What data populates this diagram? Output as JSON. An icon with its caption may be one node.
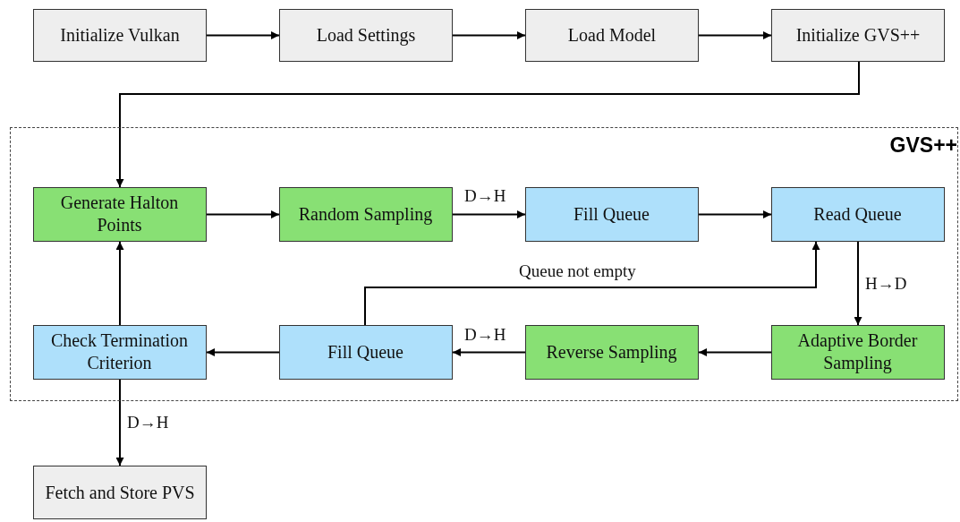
{
  "diagram": {
    "nodes": [
      {
        "text": [
          "Initialize Vulkan"
        ]
      },
      {
        "text": [
          "Load Settings"
        ]
      },
      {
        "text": [
          "Load Model"
        ]
      },
      {
        "text": [
          "Initialize GVS++"
        ]
      },
      {
        "text": [
          "GVS++"
        ]
      },
      {
        "text": [
          "Generate Halton Points"
        ],
        "in": 4
      },
      {
        "text": [
          "Random Sampling"
        ],
        "in": 4
      },
      {
        "text": [
          "Fill Queue"
        ],
        "in": 4
      },
      {
        "text": [
          "Read Queue"
        ],
        "in": 4
      },
      {
        "text": [
          "Check Termination Criterion"
        ],
        "in": 4
      },
      {
        "text": [
          "Fill Queue"
        ],
        "in": 4
      },
      {
        "text": [
          "Reverse Sampling"
        ],
        "in": 4
      },
      {
        "text": [
          "Adaptive Border Sampling"
        ],
        "in": 4
      },
      {
        "text": [
          "Fetch and Store PVS"
        ]
      }
    ],
    "edges": [
      {
        "from": 0,
        "to": 1,
        "arrow": "to"
      },
      {
        "from": 1,
        "to": 2,
        "arrow": "to"
      },
      {
        "from": 2,
        "to": 3,
        "arrow": "to"
      },
      {
        "from": 3,
        "to": 5,
        "arrow": "to"
      },
      {
        "from": 5,
        "to": 6,
        "arrow": "to"
      },
      {
        "from": 6,
        "to": 7,
        "arrow": "to",
        "label": "D→H"
      },
      {
        "from": 7,
        "to": 8,
        "arrow": "to"
      },
      {
        "from": 8,
        "to": 12,
        "arrow": "to",
        "label": "H→D"
      },
      {
        "from": 12,
        "to": 11,
        "arrow": "to"
      },
      {
        "from": 11,
        "to": 10,
        "arrow": "to",
        "label": "D→H"
      },
      {
        "from": 10,
        "to": 9,
        "arrow": "to"
      },
      {
        "from": 10,
        "to": 8,
        "arrow": "to",
        "label": "Queue not empty"
      },
      {
        "from": 9,
        "to": 5,
        "arrow": "to"
      },
      {
        "from": 9,
        "to": 13,
        "arrow": "to",
        "label": "D→H"
      }
    ]
  }
}
